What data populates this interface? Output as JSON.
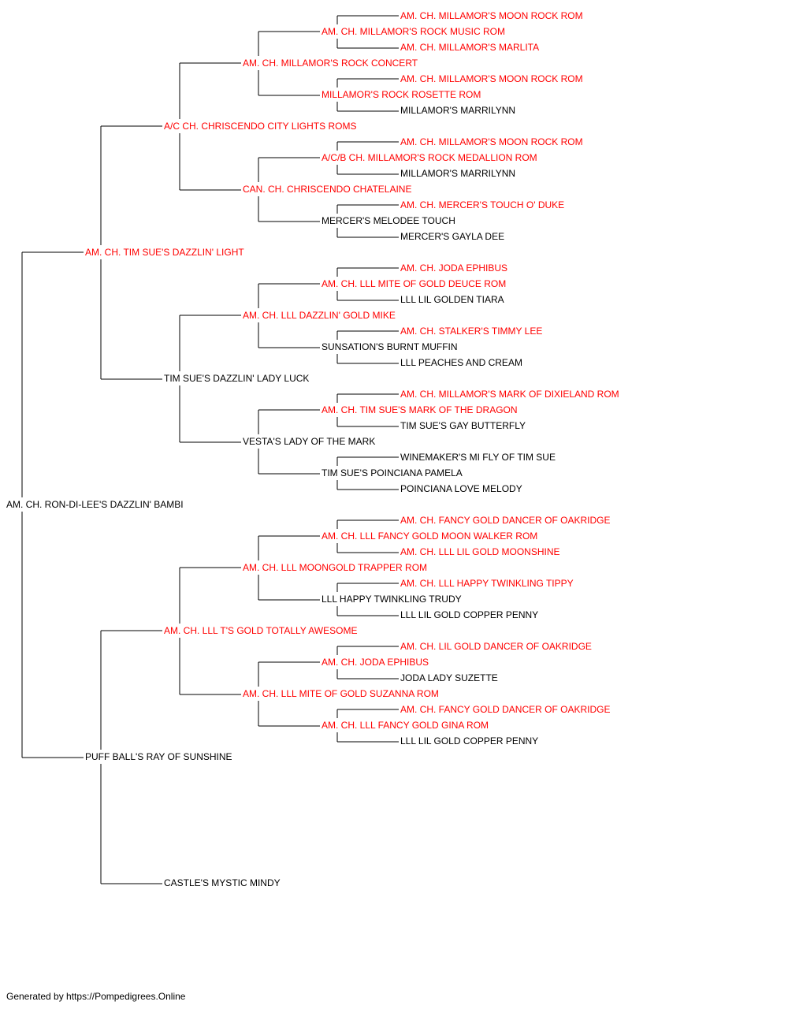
{
  "colors": {
    "titled": "#ff0000",
    "plain": "#000000",
    "lines": "#000000"
  },
  "pedigree": {
    "subject": {
      "name": "AM. CH. RON-DI-LEE'S DAZZLIN' BAMBI",
      "titled": false
    },
    "ancestors": {
      "s": {
        "name": "AM. CH. TIM SUE'S DAZZLIN' LIGHT",
        "titled": true
      },
      "ss": {
        "name": "A/C CH. CHRISCENDO CITY LIGHTS ROMS",
        "titled": true
      },
      "sss": {
        "name": "AM. CH. MILLAMOR'S ROCK CONCERT",
        "titled": true
      },
      "ssss": {
        "name": "AM. CH. MILLAMOR'S ROCK MUSIC ROM",
        "titled": true
      },
      "sssss": {
        "name": "AM. CH. MILLAMOR'S MOON ROCK ROM",
        "titled": true
      },
      "ssssd": {
        "name": "AM. CH. MILLAMOR'S MARLITA",
        "titled": true
      },
      "sssd": {
        "name": "MILLAMOR'S ROCK ROSETTE ROM",
        "titled": true
      },
      "sssds": {
        "name": "AM. CH. MILLAMOR'S MOON ROCK ROM",
        "titled": true
      },
      "sssdd": {
        "name": "MILLAMOR'S MARRILYNN",
        "titled": false
      },
      "ssd": {
        "name": "CAN. CH. CHRISCENDO CHATELAINE",
        "titled": true
      },
      "ssds": {
        "name": "A/C/B CH. MILLAMOR'S ROCK MEDALLION ROM",
        "titled": true
      },
      "ssdss": {
        "name": "AM. CH. MILLAMOR'S MOON ROCK ROM",
        "titled": true
      },
      "ssdsd": {
        "name": "MILLAMOR'S MARRILYNN",
        "titled": false
      },
      "ssdd": {
        "name": "MERCER'S MELODEE TOUCH",
        "titled": false
      },
      "ssdds": {
        "name": "AM. CH. MERCER'S TOUCH O' DUKE",
        "titled": true
      },
      "ssddd": {
        "name": "MERCER'S GAYLA DEE",
        "titled": false
      },
      "sd": {
        "name": "TIM SUE'S DAZZLIN' LADY LUCK",
        "titled": false
      },
      "sds": {
        "name": "AM. CH. LLL DAZZLIN' GOLD MIKE",
        "titled": true
      },
      "sdss": {
        "name": "AM. CH. LLL MITE OF GOLD DEUCE ROM",
        "titled": true
      },
      "sdsss": {
        "name": "AM. CH. JODA EPHIBUS",
        "titled": true
      },
      "sdssd": {
        "name": "LLL LIL GOLDEN TIARA",
        "titled": false
      },
      "sdsd": {
        "name": "SUNSATION'S BURNT MUFFIN",
        "titled": false
      },
      "sdsds": {
        "name": "AM. CH. STALKER'S TIMMY LEE",
        "titled": true
      },
      "sdsdd": {
        "name": "LLL PEACHES AND CREAM",
        "titled": false
      },
      "sdd": {
        "name": "VESTA'S LADY OF THE MARK",
        "titled": false
      },
      "sdds": {
        "name": "AM. CH. TIM SUE'S MARK OF THE DRAGON",
        "titled": true
      },
      "sddss": {
        "name": "AM. CH. MILLAMOR'S MARK OF DIXIELAND ROM",
        "titled": true
      },
      "sddsd": {
        "name": "TIM SUE'S GAY BUTTERFLY",
        "titled": false
      },
      "sddd": {
        "name": "TIM SUE'S POINCIANA PAMELA",
        "titled": false
      },
      "sddds": {
        "name": "WINEMAKER'S MI FLY OF TIM SUE",
        "titled": false
      },
      "sdddd": {
        "name": "POINCIANA LOVE MELODY",
        "titled": false
      },
      "d": {
        "name": "PUFF BALL'S RAY OF SUNSHINE",
        "titled": false
      },
      "ds": {
        "name": "AM. CH. LLL T'S GOLD TOTALLY AWESOME",
        "titled": true
      },
      "dss": {
        "name": "AM. CH. LLL MOONGOLD TRAPPER ROM",
        "titled": true
      },
      "dsss": {
        "name": "AM. CH. LLL FANCY GOLD MOON WALKER ROM",
        "titled": true
      },
      "dssss": {
        "name": "AM. CH. FANCY GOLD DANCER OF OAKRIDGE",
        "titled": true
      },
      "dsssd": {
        "name": "AM. CH. LLL LIL GOLD MOONSHINE",
        "titled": true
      },
      "dssd": {
        "name": "LLL HAPPY TWINKLING TRUDY",
        "titled": false
      },
      "dssds": {
        "name": "AM. CH. LLL HAPPY TWINKLING TIPPY",
        "titled": true
      },
      "dssdd": {
        "name": "LLL LIL GOLD COPPER PENNY",
        "titled": false
      },
      "dsd": {
        "name": "AM. CH. LLL MITE OF GOLD SUZANNA ROM",
        "titled": true
      },
      "dsds": {
        "name": "AM. CH. JODA EPHIBUS",
        "titled": true
      },
      "dsdss": {
        "name": "AM. CH. LIL GOLD DANCER OF OAKRIDGE",
        "titled": true
      },
      "dsdsd": {
        "name": "JODA LADY SUZETTE",
        "titled": false
      },
      "dsdd": {
        "name": "AM. CH. LLL FANCY GOLD GINA ROM",
        "titled": true
      },
      "dsdds": {
        "name": "AM. CH. FANCY GOLD DANCER OF OAKRIDGE",
        "titled": true
      },
      "dsddd": {
        "name": "LLL LIL GOLD COPPER PENNY",
        "titled": false
      },
      "dd": {
        "name": "CASTLE'S MYSTIC MINDY",
        "titled": false
      }
    }
  },
  "footer": {
    "text": "Generated by https://Pompedigrees.Online"
  }
}
